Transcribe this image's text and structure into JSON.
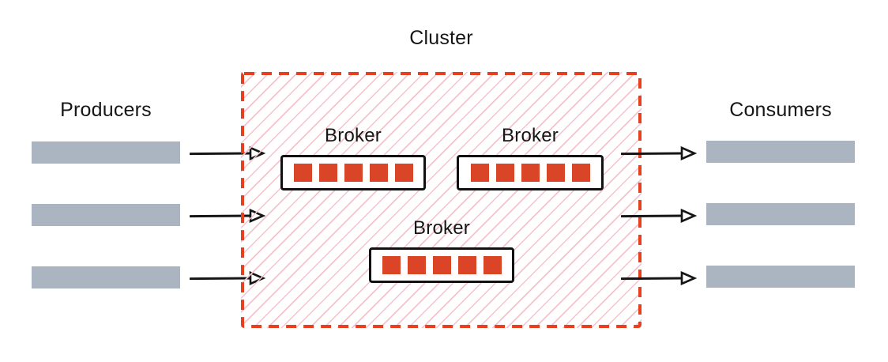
{
  "diagram": {
    "cluster": {
      "label": "Cluster"
    },
    "producers": {
      "label": "Producers",
      "bar_count": 3
    },
    "consumers": {
      "label": "Consumers",
      "bar_count": 3
    },
    "brokers": [
      {
        "label": "Broker",
        "partition_count": 5
      },
      {
        "label": "Broker",
        "partition_count": 5
      },
      {
        "label": "Broker",
        "partition_count": 5
      }
    ],
    "arrows": {
      "producer_to_cluster_count": 3,
      "cluster_to_consumer_count": 3
    },
    "colors": {
      "cluster_border": "#e8401f",
      "hatch_line": "#f6c3cd",
      "partition_red": "#da4528",
      "bar_gray": "#aab5c1",
      "line_black": "#161616"
    }
  }
}
